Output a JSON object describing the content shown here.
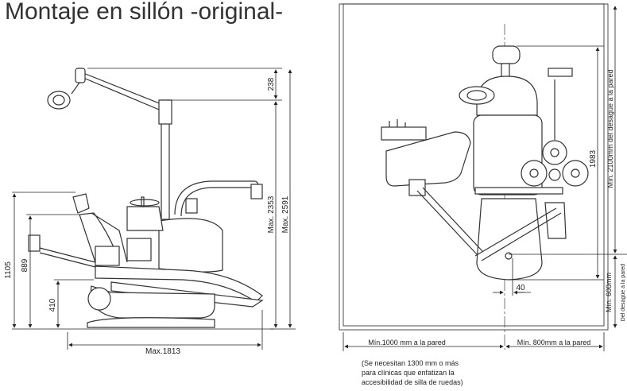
{
  "title": "Montaje en sillón -original-",
  "side_view": {
    "dims": {
      "h1105": "1105",
      "h889": "889",
      "h410": "410",
      "h238": "238",
      "h2353": "Max. 2353",
      "h2591": "Max. 2591",
      "w1813": "Max.1813"
    }
  },
  "top_view": {
    "dims": {
      "d1983": "1983",
      "d40": "40",
      "wall_min_2100": "Mín. 2100mm del desagüe a la pared",
      "wall_min_600": "Mín. 600mm",
      "wall_min_600_sub": "Del desagüe a la pared",
      "left_wall": "Mín.1000 mm a la pared",
      "right_wall": "Mín. 800mm a la pared"
    },
    "note": [
      "(Se necesitan 1300 mm o más",
      "para clínicas que enfatizan la",
      "accesibilidad de silla de ruedas)"
    ]
  }
}
